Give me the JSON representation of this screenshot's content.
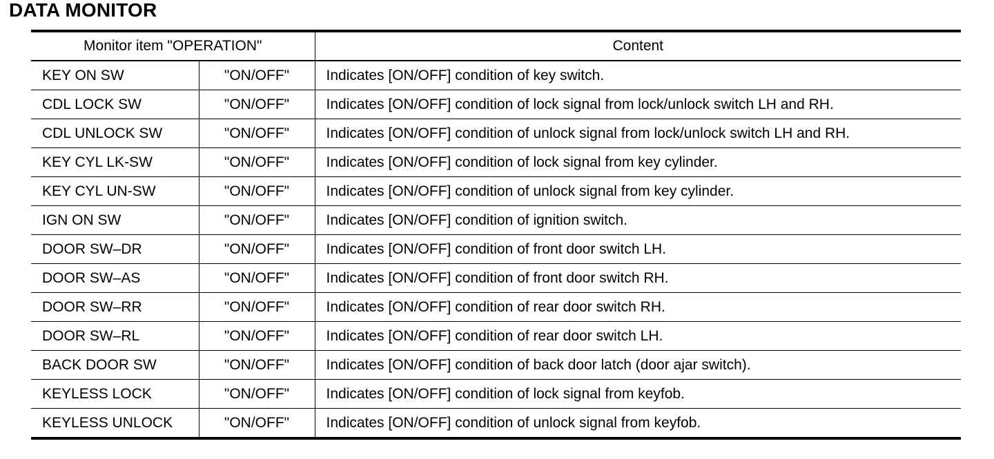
{
  "title": "DATA MONITOR",
  "table": {
    "header": {
      "monitor_item": "Monitor item \"OPERATION\"",
      "content": "Content"
    },
    "rows": [
      {
        "item": "KEY ON SW",
        "value": "\"ON/OFF\"",
        "content": "Indicates [ON/OFF] condition of key switch."
      },
      {
        "item": "CDL LOCK SW",
        "value": "\"ON/OFF\"",
        "content": "Indicates [ON/OFF] condition of lock signal from lock/unlock switch LH and RH."
      },
      {
        "item": "CDL UNLOCK SW",
        "value": "\"ON/OFF\"",
        "content": "Indicates [ON/OFF] condition of unlock signal from lock/unlock switch LH and RH."
      },
      {
        "item": "KEY CYL LK-SW",
        "value": "\"ON/OFF\"",
        "content": "Indicates [ON/OFF] condition of lock signal from key cylinder."
      },
      {
        "item": "KEY CYL UN-SW",
        "value": "\"ON/OFF\"",
        "content": "Indicates [ON/OFF] condition of unlock signal from key cylinder."
      },
      {
        "item": "IGN ON SW",
        "value": "\"ON/OFF\"",
        "content": "Indicates [ON/OFF] condition of ignition switch."
      },
      {
        "item": "DOOR SW–DR",
        "value": "\"ON/OFF\"",
        "content": "Indicates [ON/OFF] condition of front door switch LH."
      },
      {
        "item": "DOOR SW–AS",
        "value": "\"ON/OFF\"",
        "content": "Indicates [ON/OFF] condition of front door switch RH."
      },
      {
        "item": "DOOR SW–RR",
        "value": "\"ON/OFF\"",
        "content": "Indicates [ON/OFF] condition of rear door switch RH."
      },
      {
        "item": "DOOR SW–RL",
        "value": "\"ON/OFF\"",
        "content": "Indicates [ON/OFF] condition of rear door switch LH."
      },
      {
        "item": "BACK DOOR SW",
        "value": "\"ON/OFF\"",
        "content": "Indicates [ON/OFF] condition of back door latch (door ajar switch)."
      },
      {
        "item": "KEYLESS LOCK",
        "value": "\"ON/OFF\"",
        "content": "Indicates [ON/OFF] condition of lock signal from keyfob."
      },
      {
        "item": "KEYLESS UNLOCK",
        "value": "\"ON/OFF\"",
        "content": "Indicates [ON/OFF] condition of unlock signal from keyfob."
      }
    ]
  }
}
